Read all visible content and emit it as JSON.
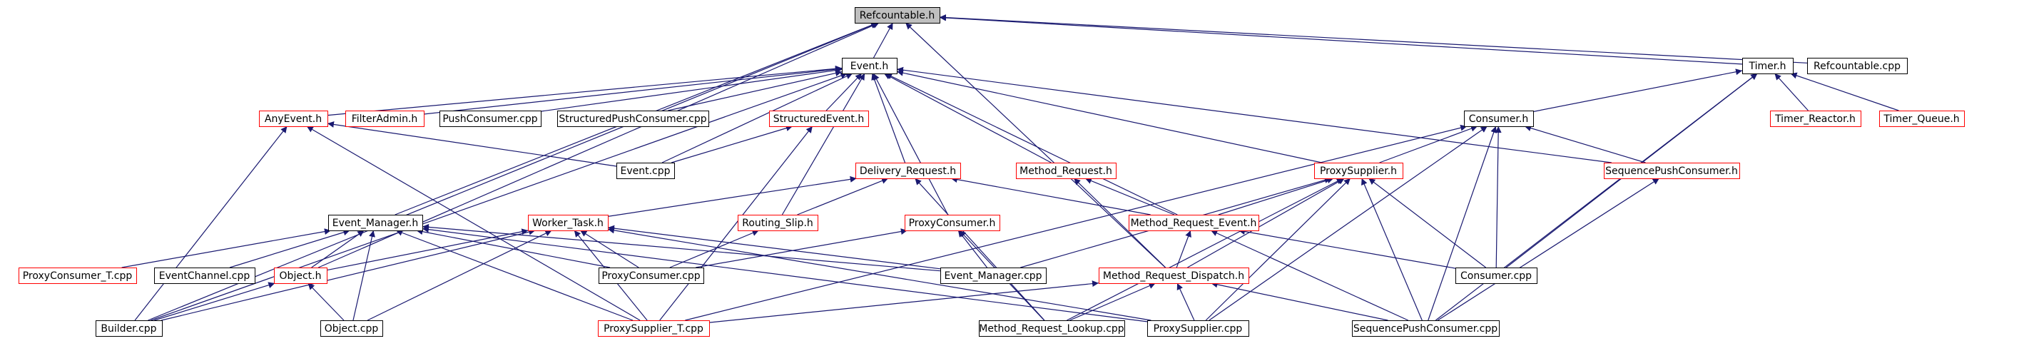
{
  "graph": {
    "colors": {
      "edge": "#191970",
      "node_border_default": "#000000",
      "node_border_incomplete": "#ff0000",
      "node_fill_root": "#bfbfbf",
      "node_fill": "#ffffff",
      "text": "#000000"
    },
    "nodes": [
      {
        "id": "refcountable_h",
        "label": "Refcountable.h",
        "kind": "root"
      },
      {
        "id": "event_h",
        "label": "Event.h",
        "kind": "normal"
      },
      {
        "id": "timer_h",
        "label": "Timer.h",
        "kind": "normal"
      },
      {
        "id": "refcountable_cpp",
        "label": "Refcountable.cpp",
        "kind": "normal"
      },
      {
        "id": "anyevent_h",
        "label": "AnyEvent.h",
        "kind": "red"
      },
      {
        "id": "filteradmin_h",
        "label": "FilterAdmin.h",
        "kind": "red"
      },
      {
        "id": "pushconsumer_cpp",
        "label": "PushConsumer.cpp",
        "kind": "normal"
      },
      {
        "id": "structuredpushconsumer_cpp",
        "label": "StructuredPushConsumer.cpp",
        "kind": "normal"
      },
      {
        "id": "structuredevent_h",
        "label": "StructuredEvent.h",
        "kind": "red"
      },
      {
        "id": "consumer_h",
        "label": "Consumer.h",
        "kind": "normal"
      },
      {
        "id": "timer_reactor_h",
        "label": "Timer_Reactor.h",
        "kind": "red"
      },
      {
        "id": "timer_queue_h",
        "label": "Timer_Queue.h",
        "kind": "red"
      },
      {
        "id": "event_cpp",
        "label": "Event.cpp",
        "kind": "normal"
      },
      {
        "id": "delivery_request_h",
        "label": "Delivery_Request.h",
        "kind": "red"
      },
      {
        "id": "method_request_h",
        "label": "Method_Request.h",
        "kind": "red"
      },
      {
        "id": "proxysupplier_h",
        "label": "ProxySupplier.h",
        "kind": "red"
      },
      {
        "id": "sequencepushconsumer_h",
        "label": "SequencePushConsumer.h",
        "kind": "red"
      },
      {
        "id": "event_manager_h",
        "label": "Event_Manager.h",
        "kind": "normal"
      },
      {
        "id": "worker_task_h",
        "label": "Worker_Task.h",
        "kind": "red"
      },
      {
        "id": "routing_slip_h",
        "label": "Routing_Slip.h",
        "kind": "red"
      },
      {
        "id": "proxyconsumer_h",
        "label": "ProxyConsumer.h",
        "kind": "red"
      },
      {
        "id": "method_request_event_h",
        "label": "Method_Request_Event.h",
        "kind": "red"
      },
      {
        "id": "proxyconsumer_t_cpp",
        "label": "ProxyConsumer_T.cpp",
        "kind": "red"
      },
      {
        "id": "eventchannel_cpp",
        "label": "EventChannel.cpp",
        "kind": "normal"
      },
      {
        "id": "object_h",
        "label": "Object.h",
        "kind": "red"
      },
      {
        "id": "proxyconsumer_cpp",
        "label": "ProxyConsumer.cpp",
        "kind": "normal"
      },
      {
        "id": "event_manager_cpp",
        "label": "Event_Manager.cpp",
        "kind": "normal"
      },
      {
        "id": "method_request_dispatch_h",
        "label": "Method_Request_Dispatch.h",
        "kind": "red"
      },
      {
        "id": "consumer_cpp",
        "label": "Consumer.cpp",
        "kind": "normal"
      },
      {
        "id": "builder_cpp",
        "label": "Builder.cpp",
        "kind": "normal"
      },
      {
        "id": "object_cpp",
        "label": "Object.cpp",
        "kind": "normal"
      },
      {
        "id": "proxysupplier_t_cpp",
        "label": "ProxySupplier_T.cpp",
        "kind": "red"
      },
      {
        "id": "method_request_lookup_cpp",
        "label": "Method_Request_Lookup.cpp",
        "kind": "normal"
      },
      {
        "id": "proxysupplier_cpp",
        "label": "ProxySupplier.cpp",
        "kind": "normal"
      },
      {
        "id": "sequencepushconsumer_cpp",
        "label": "SequencePushConsumer.cpp",
        "kind": "normal"
      }
    ],
    "edges": [
      [
        "event_h",
        "refcountable_h"
      ],
      [
        "timer_h",
        "refcountable_h"
      ],
      [
        "refcountable_cpp",
        "refcountable_h"
      ],
      [
        "event_manager_h",
        "refcountable_h"
      ],
      [
        "object_h",
        "refcountable_h"
      ],
      [
        "builder_cpp",
        "refcountable_h"
      ],
      [
        "method_request_dispatch_h",
        "refcountable_h"
      ],
      [
        "anyevent_h",
        "event_h"
      ],
      [
        "filteradmin_h",
        "event_h"
      ],
      [
        "pushconsumer_cpp",
        "event_h"
      ],
      [
        "structuredpushconsumer_cpp",
        "event_h"
      ],
      [
        "structuredevent_h",
        "event_h"
      ],
      [
        "event_cpp",
        "event_h"
      ],
      [
        "delivery_request_h",
        "event_h"
      ],
      [
        "method_request_h",
        "event_h"
      ],
      [
        "proxyconsumer_h",
        "event_h"
      ],
      [
        "routing_slip_h",
        "event_h"
      ],
      [
        "proxysupplier_h",
        "event_h"
      ],
      [
        "sequencepushconsumer_h",
        "event_h"
      ],
      [
        "method_request_event_h",
        "event_h"
      ],
      [
        "builder_cpp",
        "event_h"
      ],
      [
        "consumer_h",
        "timer_h"
      ],
      [
        "timer_reactor_h",
        "timer_h"
      ],
      [
        "timer_queue_h",
        "timer_h"
      ],
      [
        "consumer_cpp",
        "timer_h"
      ],
      [
        "sequencepushconsumer_cpp",
        "timer_h"
      ],
      [
        "event_cpp",
        "anyevent_h"
      ],
      [
        "builder_cpp",
        "anyevent_h"
      ],
      [
        "proxysupplier_t_cpp",
        "anyevent_h"
      ],
      [
        "event_cpp",
        "structuredevent_h"
      ],
      [
        "proxysupplier_t_cpp",
        "structuredevent_h"
      ],
      [
        "proxysupplier_h",
        "consumer_h"
      ],
      [
        "sequencepushconsumer_h",
        "consumer_h"
      ],
      [
        "consumer_cpp",
        "consumer_h"
      ],
      [
        "proxysupplier_cpp",
        "consumer_h"
      ],
      [
        "sequencepushconsumer_cpp",
        "consumer_h"
      ],
      [
        "proxysupplier_t_cpp",
        "consumer_h"
      ],
      [
        "worker_task_h",
        "delivery_request_h"
      ],
      [
        "routing_slip_h",
        "delivery_request_h"
      ],
      [
        "method_request_event_h",
        "delivery_request_h"
      ],
      [
        "method_request_lookup_cpp",
        "delivery_request_h"
      ],
      [
        "method_request_event_h",
        "method_request_h"
      ],
      [
        "method_request_dispatch_h",
        "method_request_h"
      ],
      [
        "method_request_event_h",
        "proxysupplier_h"
      ],
      [
        "method_request_dispatch_h",
        "proxysupplier_h"
      ],
      [
        "consumer_cpp",
        "proxysupplier_h"
      ],
      [
        "proxysupplier_cpp",
        "proxysupplier_h"
      ],
      [
        "sequencepushconsumer_cpp",
        "proxysupplier_h"
      ],
      [
        "event_manager_cpp",
        "proxysupplier_h"
      ],
      [
        "method_request_lookup_cpp",
        "proxysupplier_h"
      ],
      [
        "sequencepushconsumer_cpp",
        "sequencepushconsumer_h"
      ],
      [
        "proxyconsumer_t_cpp",
        "event_manager_h"
      ],
      [
        "eventchannel_cpp",
        "event_manager_h"
      ],
      [
        "object_h",
        "event_manager_h"
      ],
      [
        "proxyconsumer_cpp",
        "event_manager_h"
      ],
      [
        "event_manager_cpp",
        "event_manager_h"
      ],
      [
        "object_cpp",
        "event_manager_h"
      ],
      [
        "proxysupplier_t_cpp",
        "event_manager_h"
      ],
      [
        "proxysupplier_cpp",
        "event_manager_h"
      ],
      [
        "builder_cpp",
        "worker_task_h"
      ],
      [
        "object_h",
        "worker_task_h"
      ],
      [
        "object_cpp",
        "worker_task_h"
      ],
      [
        "proxyconsumer_cpp",
        "worker_task_h"
      ],
      [
        "proxysupplier_t_cpp",
        "worker_task_h"
      ],
      [
        "event_manager_cpp",
        "worker_task_h"
      ],
      [
        "proxysupplier_cpp",
        "worker_task_h"
      ],
      [
        "proxyconsumer_cpp",
        "routing_slip_h"
      ],
      [
        "proxyconsumer_cpp",
        "proxyconsumer_h"
      ],
      [
        "event_manager_cpp",
        "proxyconsumer_h"
      ],
      [
        "method_request_lookup_cpp",
        "proxyconsumer_h"
      ],
      [
        "consumer_cpp",
        "method_request_event_h"
      ],
      [
        "method_request_dispatch_h",
        "method_request_event_h"
      ],
      [
        "sequencepushconsumer_cpp",
        "method_request_event_h"
      ],
      [
        "builder_cpp",
        "object_h"
      ],
      [
        "object_cpp",
        "object_h"
      ],
      [
        "proxysupplier_t_cpp",
        "method_request_dispatch_h"
      ],
      [
        "method_request_lookup_cpp",
        "method_request_dispatch_h"
      ],
      [
        "proxysupplier_cpp",
        "method_request_dispatch_h"
      ],
      [
        "sequencepushconsumer_cpp",
        "method_request_dispatch_h"
      ]
    ]
  }
}
